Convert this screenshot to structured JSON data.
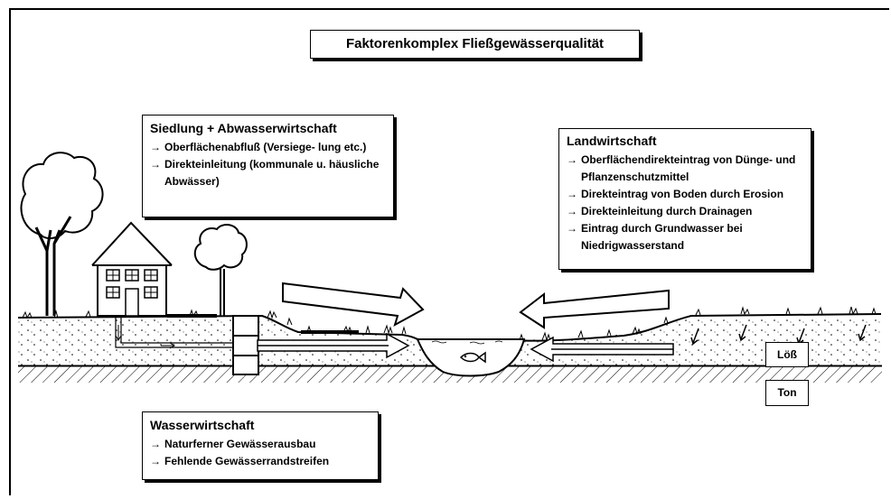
{
  "title": "Faktorenkomplex Fließgewässerqualität",
  "siedlung": {
    "heading": "Siedlung + Abwasserwirtschaft",
    "items": [
      "Oberflächenabfluß (Versiege- lung etc.)",
      "Direkteinleitung (kommunale u. häusliche Abwässer)"
    ]
  },
  "landwirtschaft": {
    "heading": "Landwirtschaft",
    "items": [
      "Oberflächendirekteintrag von Dünge- und Pflanzenschutzmittel",
      "Direkteintrag von Boden durch Erosion",
      "Direkteinleitung durch Drainagen",
      "Eintrag durch Grundwasser bei Niedrigwasserstand"
    ]
  },
  "wasserwirtschaft": {
    "heading": "Wasserwirtschaft",
    "items": [
      "Naturferner Gewässerausbau",
      "Fehlende Gewässerrandstreifen"
    ]
  },
  "soil_labels": {
    "loess": "Löß",
    "ton": "Ton"
  },
  "bullet_glyph": "→"
}
